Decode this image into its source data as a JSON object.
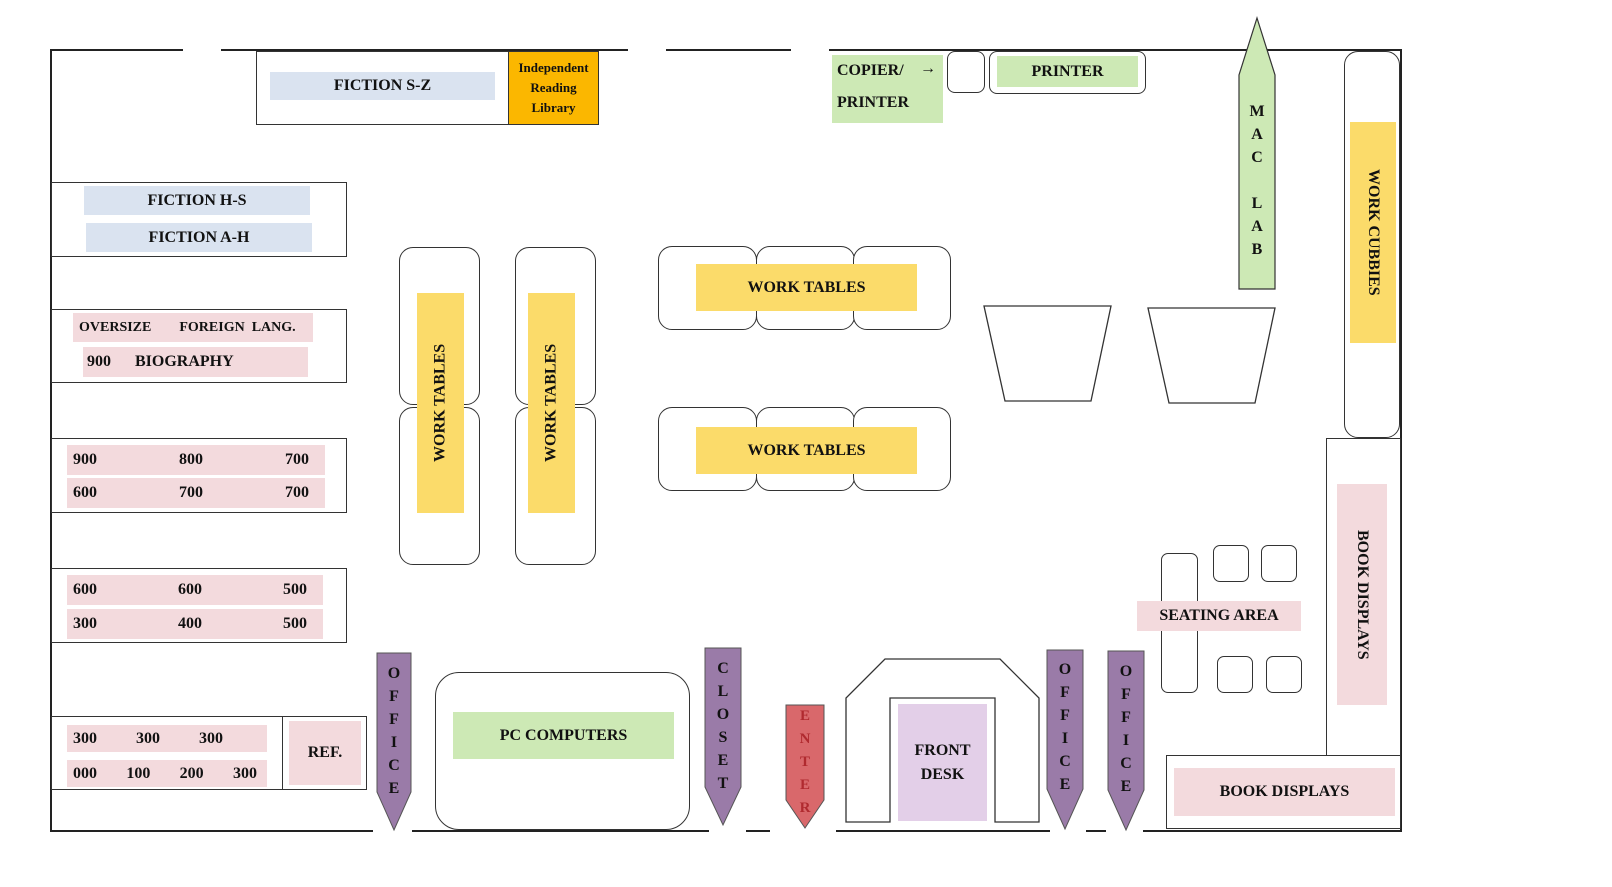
{
  "fiction": {
    "s_z": "FICTION S-Z",
    "h_s": "FICTION H-S",
    "a_h": "FICTION A-H",
    "independent": [
      "Independent",
      "Reading",
      "Library"
    ]
  },
  "shelf_oversize": {
    "oversize": "OVERSIZE",
    "foreign": "FOREIGN  LANG.",
    "n900": "900",
    "biography": "BIOGRAPHY"
  },
  "shelf_a": {
    "row1": [
      "900",
      "800",
      "700"
    ],
    "row2": [
      "600",
      "700",
      "700"
    ]
  },
  "shelf_b": {
    "row1": [
      "600",
      "600",
      "500"
    ],
    "row2": [
      "300",
      "400",
      "500"
    ]
  },
  "shelf_c": {
    "row1": [
      "300",
      "300",
      "300"
    ],
    "row2": [
      "000",
      "100",
      "200",
      "300"
    ],
    "ref": "REF."
  },
  "work_tables": {
    "v1": "WORK TABLES",
    "v2": "WORK TABLES",
    "h1": "WORK TABLES",
    "h2": "WORK TABLES"
  },
  "copier": {
    "line1": "COPIER/",
    "arrow": "→",
    "line2": "PRINTER"
  },
  "printer": "PRINTER",
  "mac_lab": [
    "M",
    "A",
    "C",
    "",
    "L",
    "A",
    "B"
  ],
  "work_cubbies": "WORK CUBBIES",
  "book_displays": {
    "vertical": "BOOK DISPLAYS",
    "horizontal": "BOOK DISPLAYS"
  },
  "seating_area": "SEATING AREA",
  "pc_computers": "PC COMPUTERS",
  "front_desk": [
    "FRONT",
    "DESK"
  ],
  "office": [
    "O",
    "F",
    "F",
    "I",
    "C",
    "E"
  ],
  "closet": [
    "C",
    "L",
    "O",
    "S",
    "E",
    "T"
  ],
  "enter": [
    "E",
    "N",
    "T",
    "E",
    "R"
  ],
  "colors": {
    "fiction": "#dae3f0",
    "nonfiction": "#f3dadd",
    "tables": "#fbdb6a",
    "tech": "#cde9b5",
    "office": "#9a7ba8",
    "enter": "#d9686b",
    "front_desk": "#e3cfe8",
    "independent": "#fbb700"
  }
}
